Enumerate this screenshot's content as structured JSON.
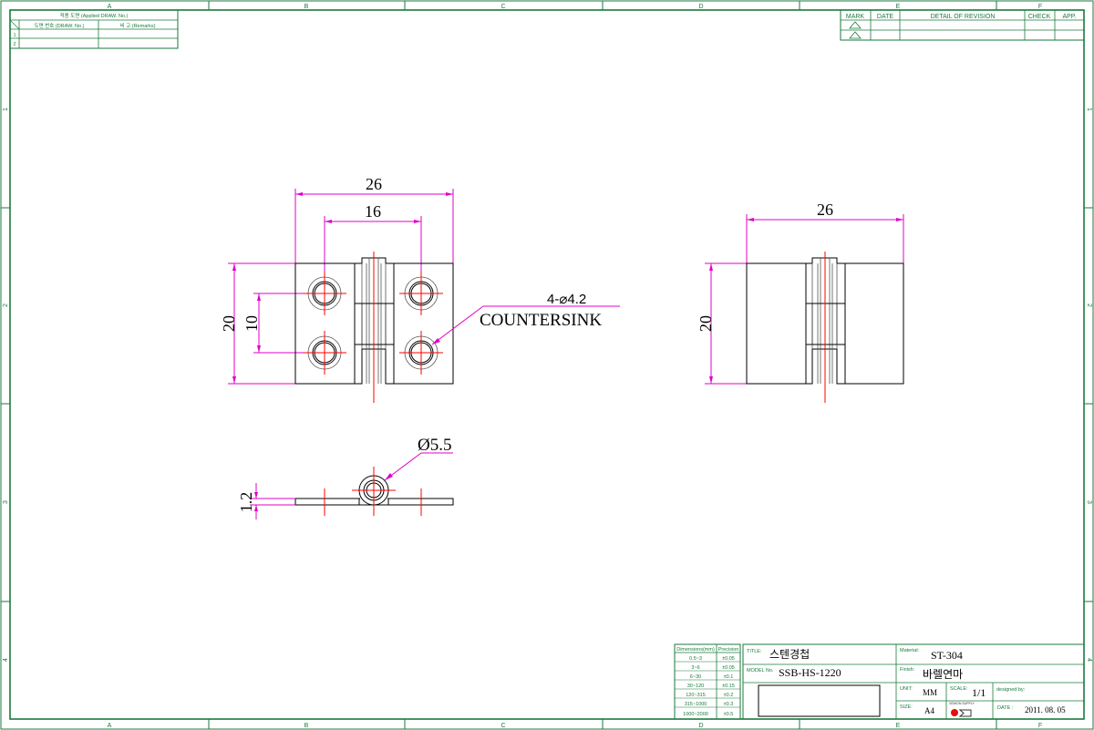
{
  "frame": {
    "col_labels": [
      "A",
      "B",
      "C",
      "D",
      "E",
      "F"
    ],
    "row_labels": [
      "1",
      "2",
      "3",
      "4"
    ]
  },
  "applied_table": {
    "title": "적용 도면 (Applied DRAW. No.)",
    "col1": "도면 번호 (DRAW. No.)",
    "col2": "비 고 (Remarks)",
    "rows": [
      "1",
      "2"
    ]
  },
  "revision_table": {
    "mark": "MARK",
    "date": "DATE",
    "detail": "DETAIL OF REVISION",
    "check": "CHECK",
    "app": "APP."
  },
  "drawing": {
    "front_width": "26",
    "front_pitch": "16",
    "front_height": "20",
    "front_vpitch": "10",
    "hole_note": "4-⌀4.2",
    "countersink": "COUNTERSINK",
    "side_width": "26",
    "side_height": "20",
    "thickness": "1.2",
    "pin_diameter": "Ø5.5"
  },
  "tolerance_table": {
    "header_dim": "Dimensions(mm)",
    "header_prec": "Precision",
    "rows": [
      {
        "dim": "0.5~3",
        "prec": "±0.05"
      },
      {
        "dim": "3~6",
        "prec": "±0.05"
      },
      {
        "dim": "6~30",
        "prec": "±0.1"
      },
      {
        "dim": "30~120",
        "prec": "±0.15"
      },
      {
        "dim": "120~315",
        "prec": "±0.2"
      },
      {
        "dim": "315~1000",
        "prec": "±0.3"
      },
      {
        "dim": "1000~2000",
        "prec": "±0.5"
      }
    ]
  },
  "title_block": {
    "title_label": "TITLE:",
    "title": "스텐경첩",
    "model_label": "MODEL No.",
    "model": "SSB-HS-1220",
    "material_label": "Material:",
    "material": "ST-304",
    "finish_label": "Finish:",
    "finish": "바렐연마",
    "unit_label": "UNIT:",
    "unit": "MM",
    "scale_label": "SCALE:",
    "scale": "1/1",
    "designed_label": "designed by:",
    "size_label": "SIZE:",
    "size": "A4",
    "date_label": "DATE :",
    "date": "2011. 08. 05",
    "logo_text": "SEWON SUPPLY"
  }
}
